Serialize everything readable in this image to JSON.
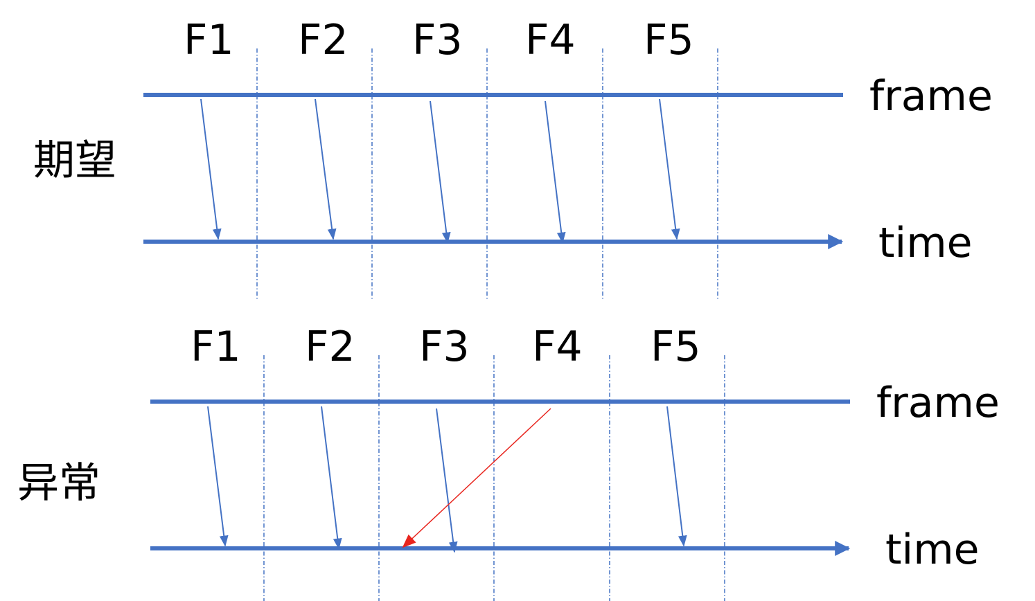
{
  "colors": {
    "line": "#4472C4",
    "anomaly": "#E8251E",
    "text": "#000000"
  },
  "panels": [
    {
      "id": "expected",
      "title": "期望",
      "frames": [
        "F1",
        "F2",
        "F3",
        "F4",
        "F5"
      ],
      "frame_axis_label": "frame",
      "time_axis_label": "time"
    },
    {
      "id": "abnormal",
      "title": "异常",
      "frames": [
        "F1",
        "F2",
        "F3",
        "F4",
        "F5"
      ],
      "frame_axis_label": "frame",
      "time_axis_label": "time"
    }
  ]
}
